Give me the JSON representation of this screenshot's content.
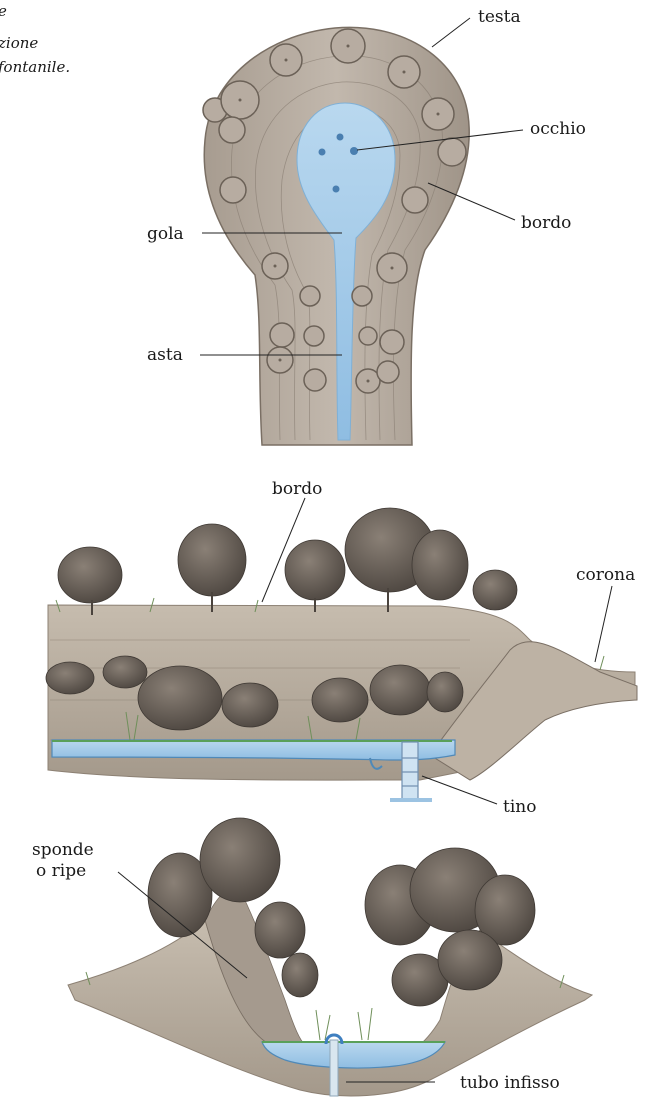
{
  "caption_lines": [
    "e",
    "zione",
    "fontanile."
  ],
  "figure_top": {
    "labels": {
      "testa": "testa",
      "occhio": "occhio",
      "bordo": "bordo",
      "gola": "gola",
      "asta": "asta"
    }
  },
  "figure_middle": {
    "labels": {
      "bordo": "bordo",
      "corona": "corona",
      "tino": "tino"
    }
  },
  "figure_bottom": {
    "labels": {
      "sponde_line1": "sponde",
      "sponde_line2": "o ripe",
      "tubo": "tubo infisso"
    }
  },
  "colors": {
    "water": "#a9cde9",
    "water_edge": "#5f9bc8",
    "terrain": "#b3a89a",
    "terrain_dark": "#8c8073",
    "tree": "#6e655c",
    "tree_dark": "#4a433d",
    "grass": "#6f8f5a"
  }
}
